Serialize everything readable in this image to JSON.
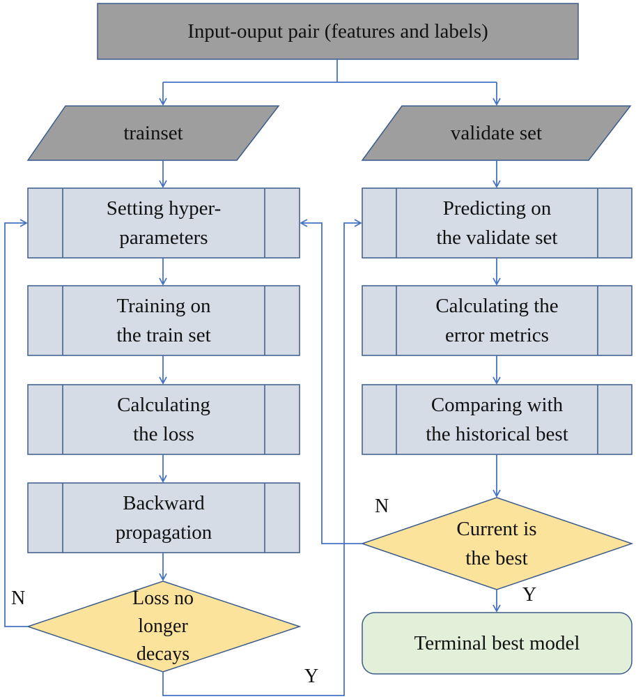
{
  "input": {
    "label": "Input-ouput pair (features and labels)"
  },
  "trainset": {
    "label": "trainset"
  },
  "validate": {
    "label": "validate set"
  },
  "left": {
    "step1": [
      "Setting hyper-",
      "parameters"
    ],
    "step2": [
      "Training on",
      "the train set"
    ],
    "step3": [
      "Calculating",
      "the loss"
    ],
    "step4": [
      "Backward",
      "propagation"
    ],
    "decision": [
      "Loss no",
      "longer",
      "decays"
    ],
    "no": "N",
    "yes": "Y"
  },
  "right": {
    "step1": [
      "Predicting on",
      "the validate set"
    ],
    "step2": [
      "Calculating the",
      "error metrics"
    ],
    "step3": [
      "Comparing with",
      "the historical best"
    ],
    "decision": [
      "Current is",
      "the best"
    ],
    "no": "N",
    "yes": "Y",
    "terminal": "Terminal best model"
  },
  "colors": {
    "line": "#4472c4",
    "input_fill": "#9e9e9e",
    "process_fill": "#d6dce5",
    "process_stroke": "#3a5a8c",
    "decision_fill": "#fbe39b",
    "terminal_fill": "#e2efd9"
  }
}
